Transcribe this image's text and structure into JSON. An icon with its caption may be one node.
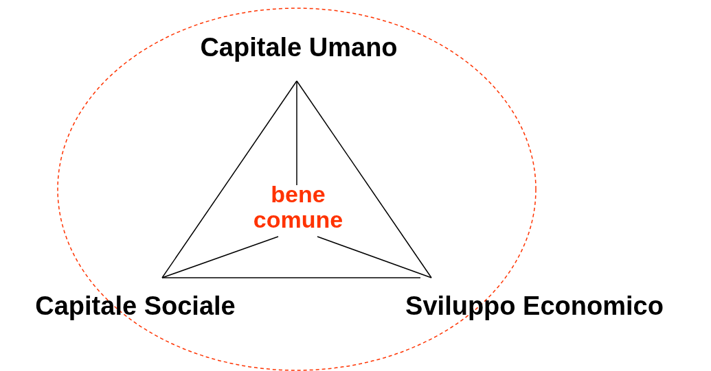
{
  "diagram": {
    "nodes": [
      {
        "text": [
          "Capitale Umano"
        ]
      },
      {
        "text": [
          "Capitale Sociale"
        ]
      },
      {
        "text": [
          "Sviluppo Economico"
        ]
      },
      {
        "text": [
          "bene comune"
        ]
      }
    ],
    "edges": [
      {
        "from": 0,
        "to": 1,
        "arrow": "none"
      },
      {
        "from": 0,
        "to": 2,
        "arrow": "none"
      },
      {
        "from": 1,
        "to": 2,
        "arrow": "none"
      },
      {
        "from": 3,
        "to": 0,
        "arrow": "none"
      },
      {
        "from": 3,
        "to": 1,
        "arrow": "none"
      },
      {
        "from": 3,
        "to": 2,
        "arrow": "none"
      }
    ]
  }
}
